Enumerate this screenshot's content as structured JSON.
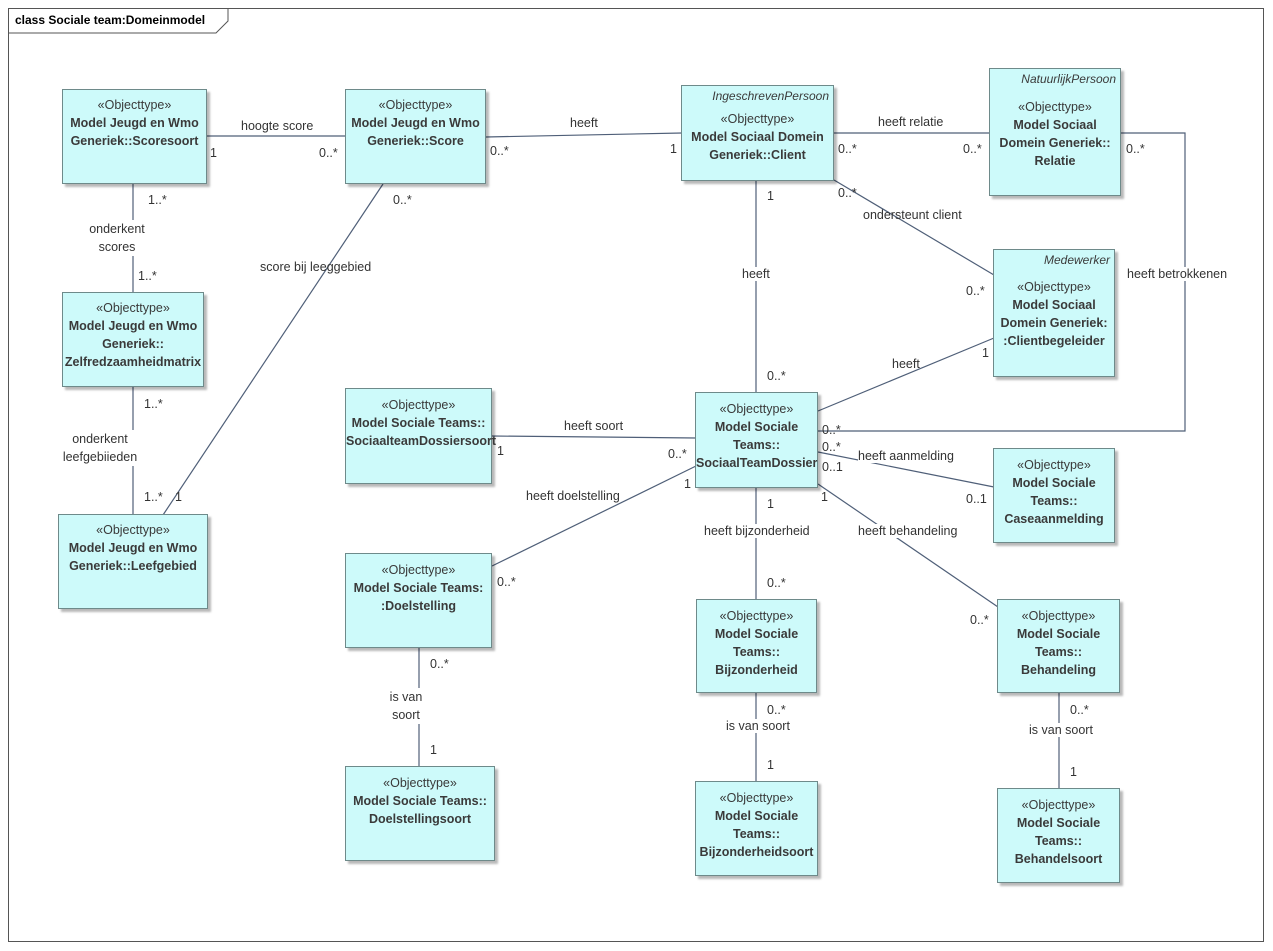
{
  "frame": {
    "title": "class Sociale team:Domeinmodel"
  },
  "stereotype": "«Objecttype»",
  "classes": {
    "scoresoort": {
      "name": "Model Jeugd en Wmo\nGeneriek::Scoresoort"
    },
    "score": {
      "name": "Model Jeugd en Wmo\nGeneriek::Score"
    },
    "client": {
      "parent": "IngeschrevenPersoon",
      "name": "Model Sociaal Domein\nGeneriek::Client"
    },
    "relatie": {
      "parent": "NatuurlijkPersoon",
      "name": "Model Sociaal\nDomein Generiek::\nRelatie"
    },
    "zelfredzaamheidmatrix": {
      "name": "Model Jeugd en Wmo\nGeneriek::\nZelfredzaamheidmatrix"
    },
    "clientbegeleider": {
      "parent": "Medewerker",
      "name": "Model Sociaal\nDomein Generiek:\n:Clientbegeleider"
    },
    "dossiersoort": {
      "name": "Model Sociale Teams::\nSociaalteamDossiersoort"
    },
    "dossier": {
      "name": "Model Sociale\nTeams::\nSociaalTeamDossier"
    },
    "caseaanmelding": {
      "name": "Model Sociale\nTeams::\nCaseaanmelding"
    },
    "leefgebied": {
      "name": "Model Jeugd en Wmo\nGeneriek::Leefgebied"
    },
    "doelstelling": {
      "name": "Model Sociale Teams:\n:Doelstelling"
    },
    "bijzonderheid": {
      "name": "Model Sociale\nTeams::\nBijzonderheid"
    },
    "behandeling": {
      "name": "Model Sociale\nTeams::\nBehandeling"
    },
    "doelstellingsoort": {
      "name": "Model Sociale Teams::\nDoelstellingsoort"
    },
    "bijzonderheidsoort": {
      "name": "Model Sociale\nTeams::\nBijzonderheidsoort"
    },
    "behandelsoort": {
      "name": "Model Sociale\nTeams::\nBehandelsoort"
    }
  },
  "associations": {
    "hoogte_score": "hoogte score",
    "heeft_score_client": "heeft",
    "heeft_relatie": "heeft relatie",
    "onderkent_scores": "onderkent\nscores",
    "score_bij_leeggebied": "score bij leeggebied",
    "ondersteunt_client": "ondersteunt client",
    "heeft_client_dossier": "heeft",
    "heeft_betrokkenen": "heeft betrokkenen",
    "heeft_begeleider": "heeft",
    "onderkent_leefgebieden": "onderkent\nleefgebiieden",
    "heeft_soort": "heeft soort",
    "heeft_aanmelding": "heeft aanmelding",
    "heeft_doelstelling": "heeft doelstelling",
    "heeft_bijzonderheid": "heeft bijzonderheid",
    "heeft_behandeling": "heeft behandeling",
    "is_van_soort_doel": "is van\nsoort",
    "is_van_soort_bijz": "is van soort",
    "is_van_soort_beh": "is van soort"
  },
  "multiplicities": {
    "scoresoort_score_1": "1",
    "scoresoort_score_2": "0..*",
    "score_client_1": "0..*",
    "score_client_2": "1",
    "client_relatie_1": "0..*",
    "client_relatie_2": "0..*",
    "relatie_dossier": "0..*",
    "scoresoort_zelf_1": "1..*",
    "scoresoort_zelf_2": "1..*",
    "score_leef": "0..*",
    "client_mede": "0..*",
    "client_dossier_1": "1",
    "mede_client": "0..*",
    "dossier_client": "0..*",
    "mede_dossier": "1",
    "zelf_leef_1": "1..*",
    "zelf_leef_2": "1..*",
    "leef_score": "1",
    "dossier_betr": "0..*",
    "dossier_aanm_1": "0..*",
    "dossier_aanm_2": "0..1",
    "aanm_dossier": "0..1",
    "dossiersoort_dossier": "1",
    "dossier_soort_end": "0..*",
    "dossier_doel": "1",
    "doel_end": "0..*",
    "dossier_bijz": "1",
    "bijz_end": "0..*",
    "dossier_beh": "1",
    "beh_end": "0..*",
    "doel_soort_1": "0..*",
    "doel_soort_2": "1",
    "bijz_soort_1": "0..*",
    "bijz_soort_2": "1",
    "beh_soort_1": "0..*",
    "beh_soort_2": "1"
  },
  "colors": {
    "class_fill": "#cdfafa",
    "line": "#4f5f78"
  }
}
